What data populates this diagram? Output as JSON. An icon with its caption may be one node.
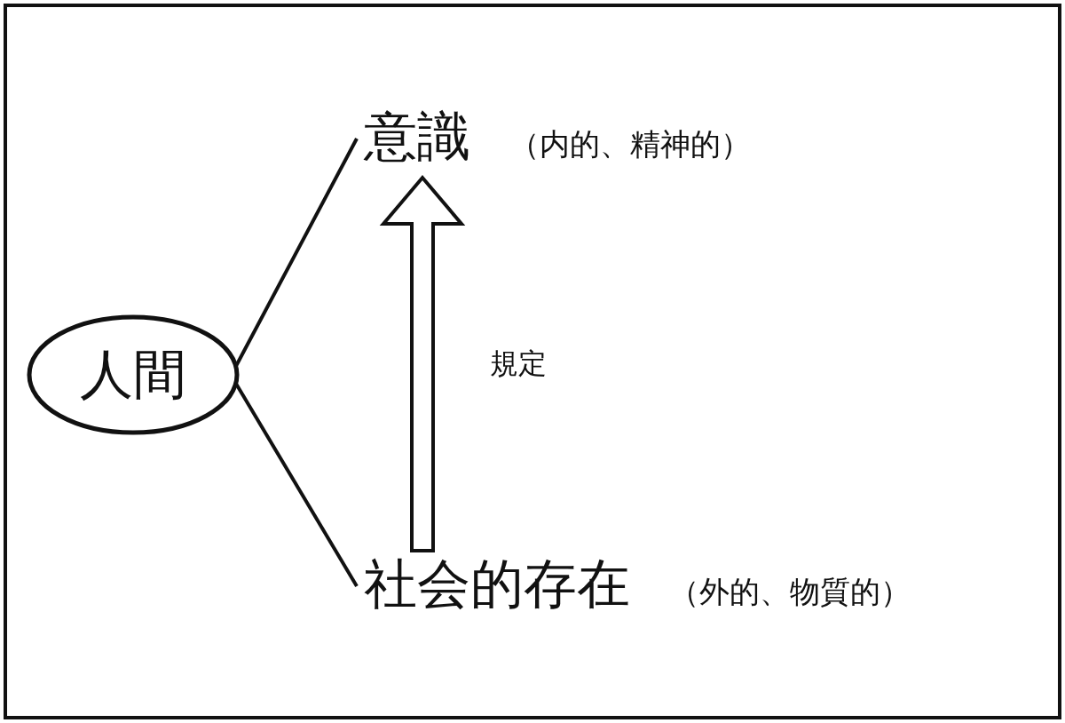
{
  "diagram": {
    "nodes": [
      {
        "text": [
          "人間"
        ]
      },
      {
        "text": [
          "意識"
        ],
        "beside": [
          "（内的、精神的）"
        ]
      },
      {
        "text": [
          "社会的存在"
        ],
        "beside": [
          "（外的、物質的）"
        ]
      }
    ],
    "edges": [
      {
        "from": 0,
        "to": 1,
        "arrow": "none"
      },
      {
        "from": 0,
        "to": 2,
        "arrow": "none"
      },
      {
        "from": 2,
        "to": 1,
        "arrow": "to",
        "label": "規定"
      }
    ]
  }
}
